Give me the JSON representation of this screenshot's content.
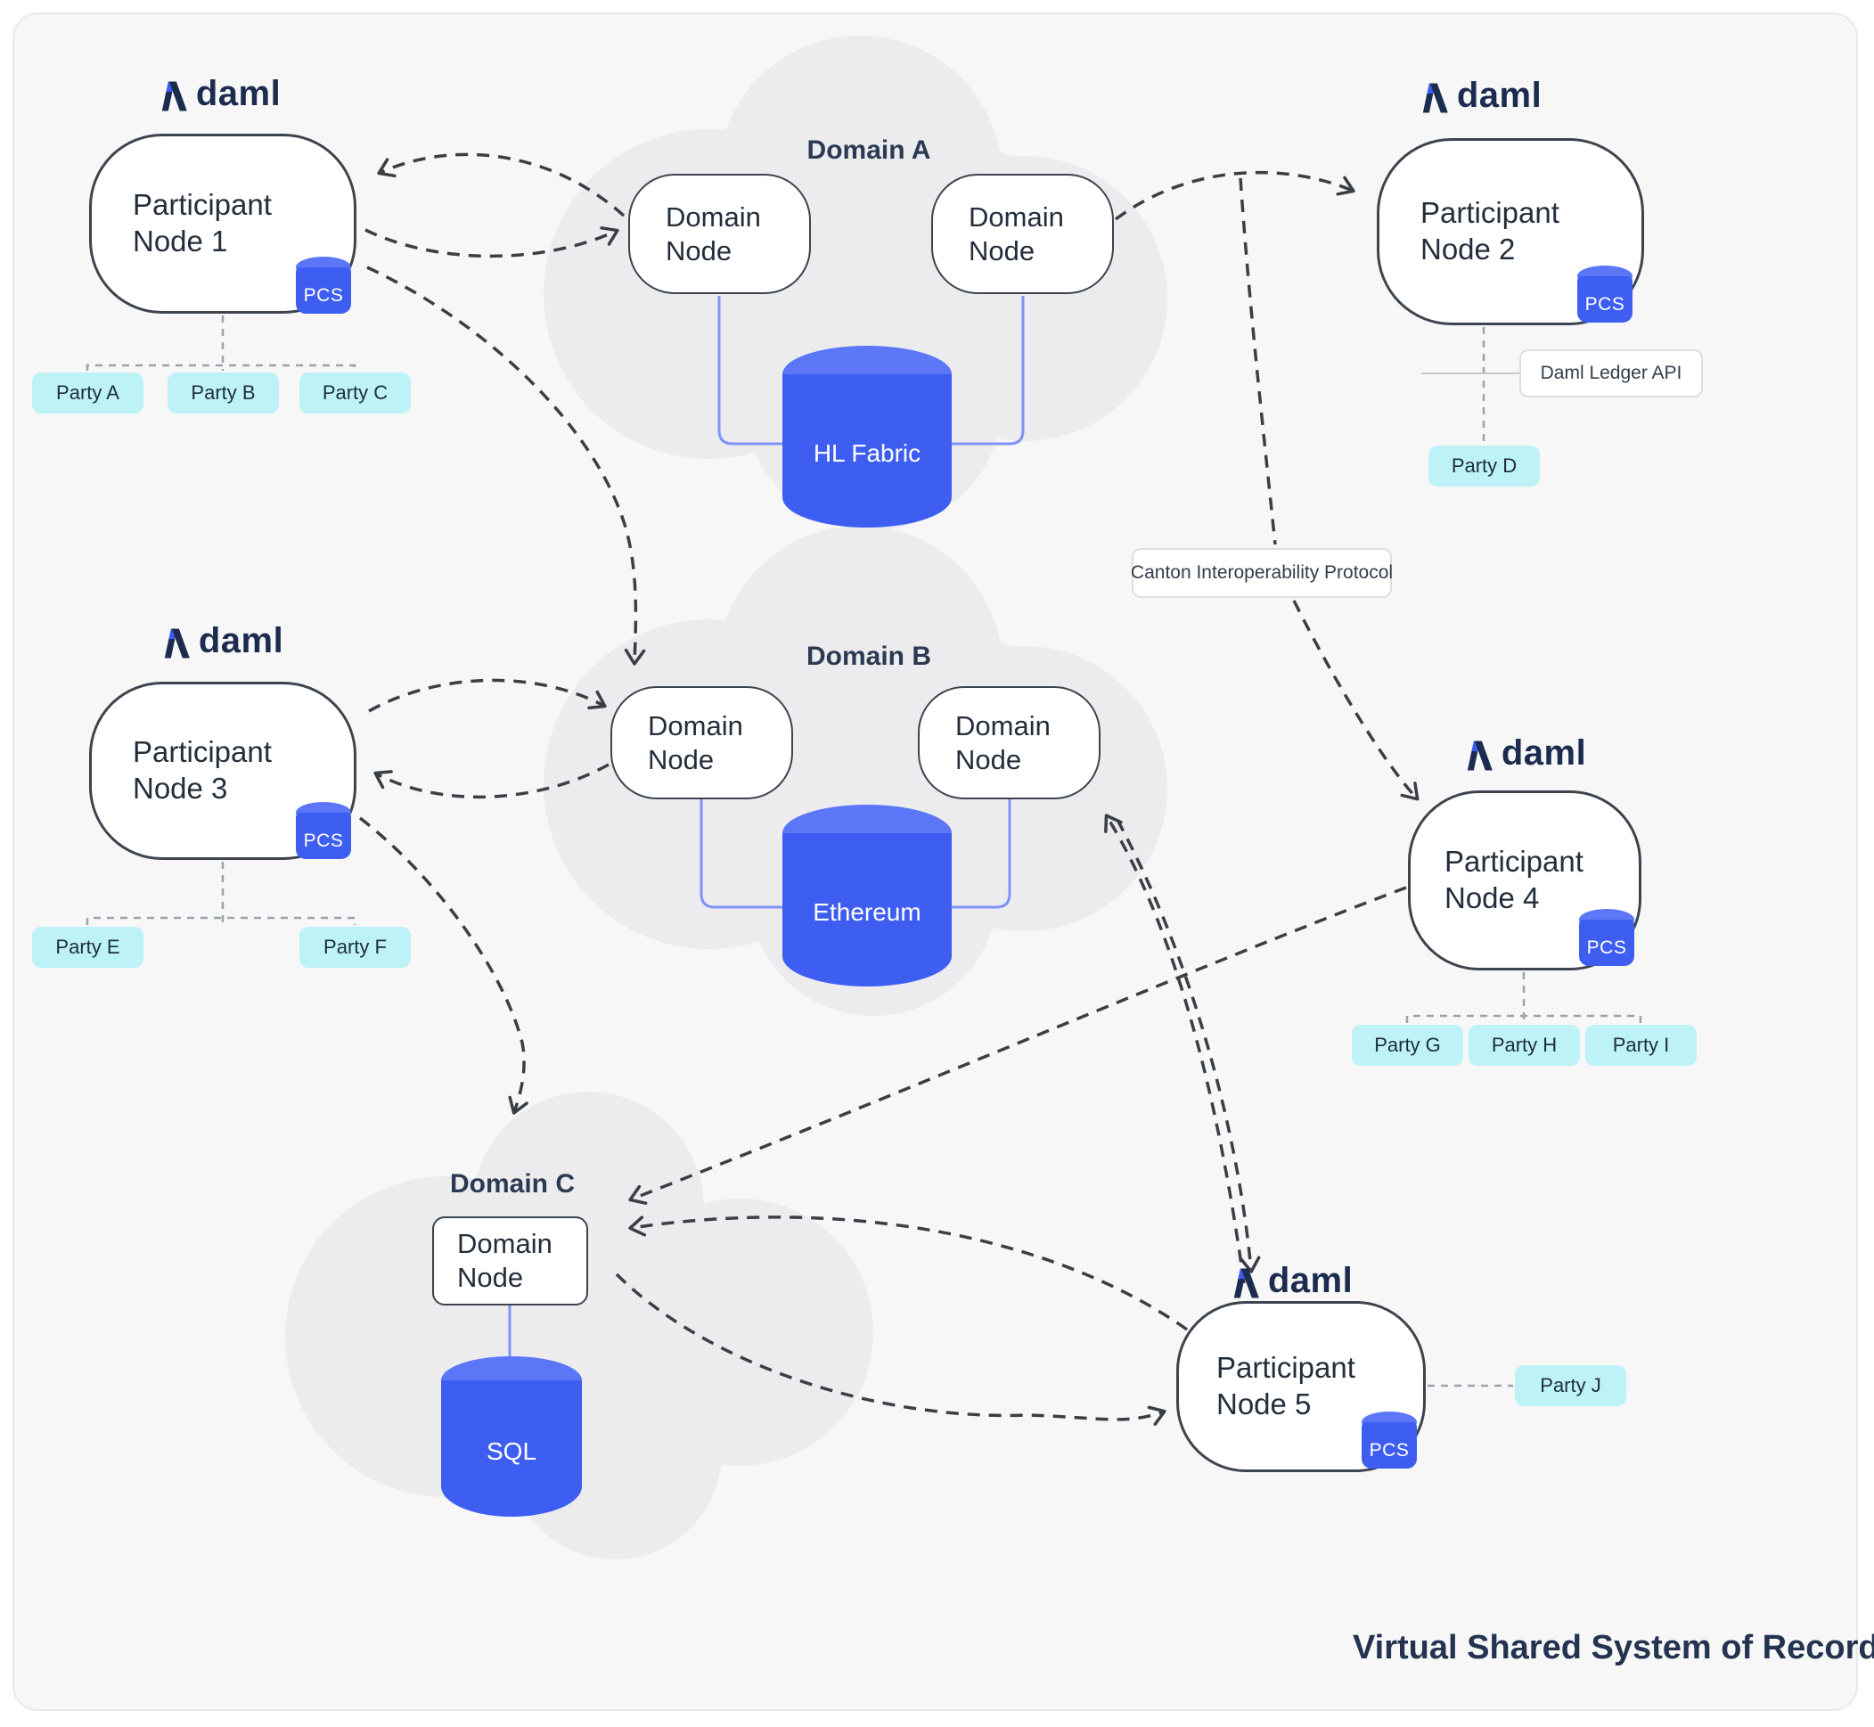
{
  "diagram_title": "Virtual Shared System of Record",
  "brand": "daml",
  "badges": {
    "pcs": "PCS"
  },
  "annotations": {
    "canton_protocol": "Canton Interoperability Protocol",
    "ledger_api": "Daml Ledger API"
  },
  "participant_nodes": [
    "Participant Node 1",
    "Participant Node 2",
    "Participant Node 3",
    "Participant Node 4",
    "Participant Node 5"
  ],
  "domains": [
    {
      "name": "Domain A",
      "ledger": "HL Fabric",
      "nodes": [
        "Domain Node",
        "Domain Node"
      ]
    },
    {
      "name": "Domain B",
      "ledger": "Ethereum",
      "nodes": [
        "Domain Node",
        "Domain Node"
      ]
    },
    {
      "name": "Domain C",
      "ledger": "SQL",
      "nodes": [
        "Domain Node"
      ]
    }
  ],
  "parties": {
    "node1": [
      "Party A",
      "Party B",
      "Party C"
    ],
    "node2": [
      "Party D"
    ],
    "node3": [
      "Party E",
      "Party F"
    ],
    "node4": [
      "Party G",
      "Party H",
      "Party I"
    ],
    "node5": [
      "Party J"
    ]
  },
  "colors": {
    "accent_blue": "#3e5ef2",
    "accent_blue_light": "#5b76f6",
    "connector_blue": "#7e93f8",
    "party_bg": "#bdf2f7",
    "canvas": "#f7f7f8",
    "cloud": "#ececee",
    "arrow": "#3a3f45",
    "ink": "#233350"
  }
}
